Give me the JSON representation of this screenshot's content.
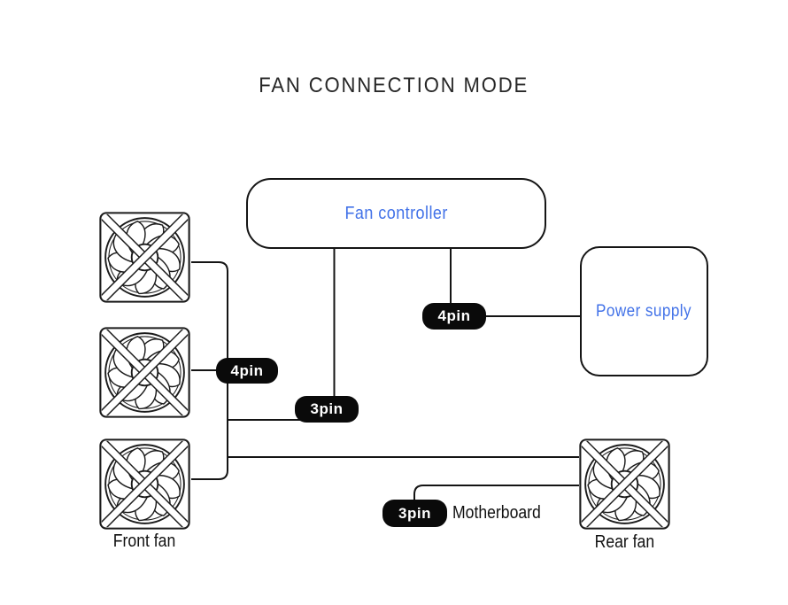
{
  "title": "FAN CONNECTION MODE",
  "colors": {
    "accent_blue": "#4272e8",
    "line_dark": "#141414",
    "pill_bg": "#0a0a0a",
    "pill_text": "#ffffff"
  },
  "nodes": {
    "fan_controller": {
      "label": "Fan controller"
    },
    "power_supply": {
      "label": "Power supply"
    },
    "motherboard": {
      "label": "Motherboard"
    },
    "front_fan": {
      "label": "Front fan"
    },
    "rear_fan": {
      "label": "Rear fan"
    }
  },
  "connectors": {
    "front_fans_chain": {
      "label": "4pin"
    },
    "controller_to_front_fans": {
      "label": "3pin"
    },
    "controller_to_power": {
      "label": "4pin"
    },
    "rear_fan_to_motherboard": {
      "label": "3pin"
    }
  }
}
